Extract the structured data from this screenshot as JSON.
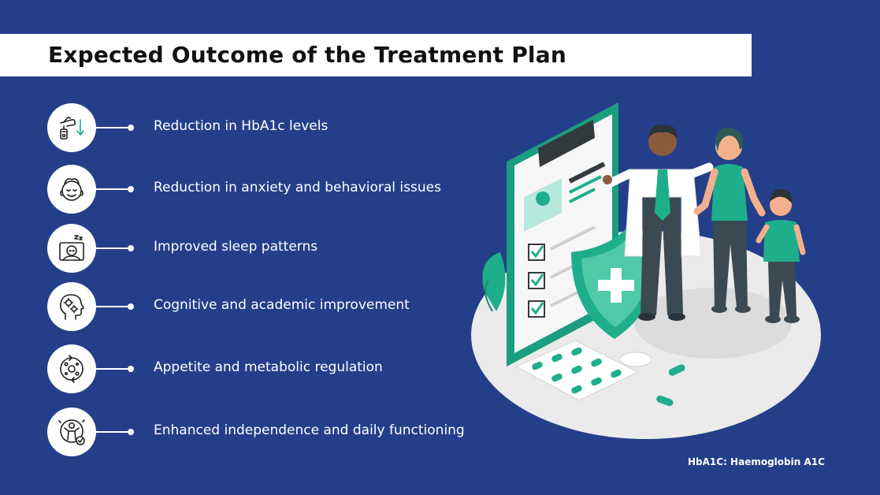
{
  "slide": {
    "title": "Expected Outcome of the Treatment Plan",
    "outcomes": [
      {
        "label": "Reduction in HbA1c levels",
        "icon": "glucose-test-icon"
      },
      {
        "label": "Reduction in anxiety and behavioral issues",
        "icon": "calm-face-icon"
      },
      {
        "label": "Improved sleep patterns",
        "icon": "sleep-icon"
      },
      {
        "label": "Cognitive and academic improvement",
        "icon": "brain-gears-icon"
      },
      {
        "label": "Appetite and metabolic regulation",
        "icon": "metabolism-cycle-icon"
      },
      {
        "label": "Enhanced independence and daily functioning",
        "icon": "independence-icon"
      }
    ],
    "footnote": "HbA1C: Haemoglobin A1C"
  },
  "colors": {
    "background": "#243f8a",
    "accent": "#1fae8c",
    "white": "#ffffff",
    "text_dark": "#111111"
  }
}
